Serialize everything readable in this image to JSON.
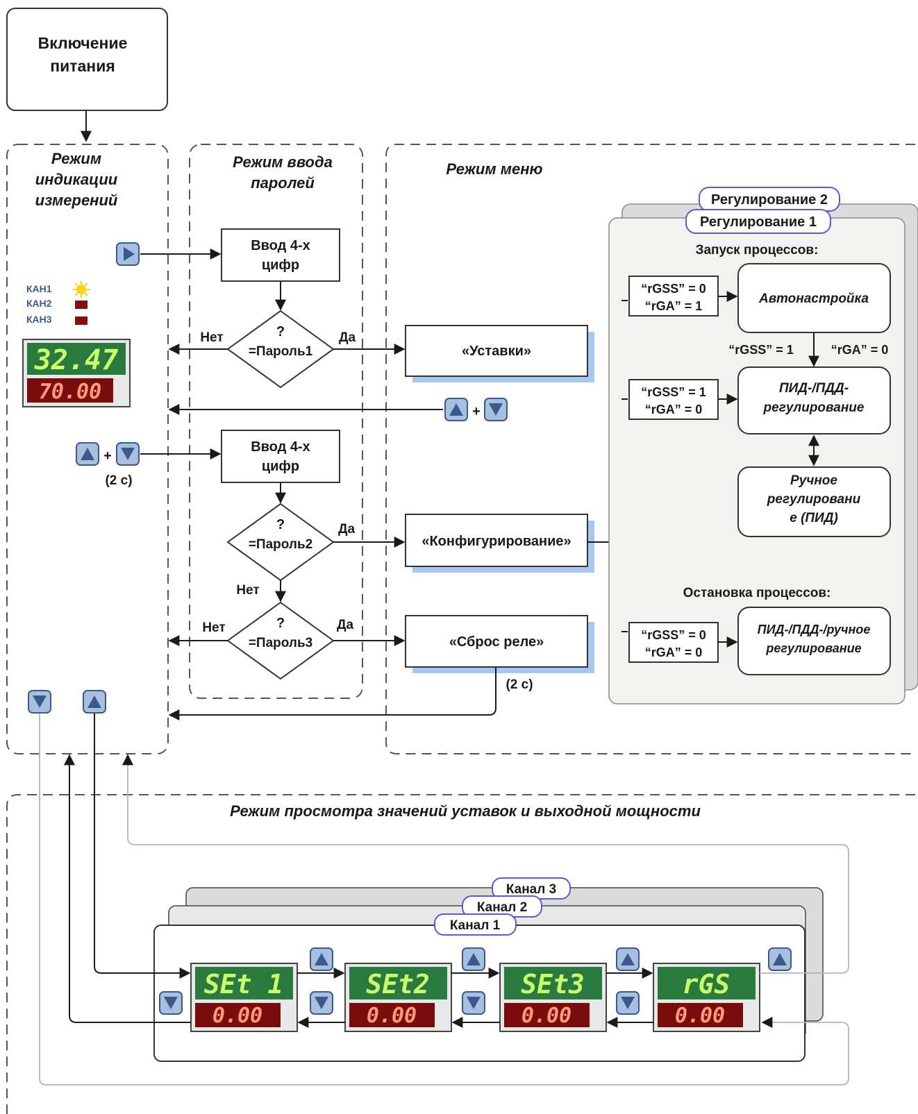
{
  "power_on": {
    "line1": "Включение",
    "line2": "питания"
  },
  "modes": {
    "indication": [
      "Режим",
      "индикации",
      "измерений"
    ],
    "password": [
      "Режим ввода",
      "паролей"
    ],
    "menu": "Режим меню",
    "review": "Режим просмотра значений уставок и выходной мощности"
  },
  "indicator": {
    "channels": [
      "КАН1",
      "КАН2",
      "КАН3"
    ],
    "top_value": "32.47",
    "bottom_value": "70.00"
  },
  "password_flow": {
    "enter_digits": [
      "Ввод 4-х",
      "цифр"
    ],
    "question": "?",
    "pass1": "=Пароль1",
    "pass2": "=Пароль2",
    "pass3": "=Пароль3",
    "yes": "Да",
    "no": "Нет",
    "hold": "(2 с)",
    "plus": "+"
  },
  "menu_boxes": {
    "setpoints": "«Уставки»",
    "config": "«Конфигурирование»",
    "relay_reset": "«Сброс реле»",
    "relay_hold": "(2 с)"
  },
  "regulation": {
    "tab2": "Регулирование 2",
    "tab1": "Регулирование 1",
    "start_title": "Запуск процессов:",
    "stop_title": "Остановка процессов:",
    "cond1": [
      "“rGSS” = 0",
      "“rGA” = 1"
    ],
    "cond2": [
      "“rGSS” = 1",
      "“rGA” = 0"
    ],
    "cond3": [
      "“rGSS” = 0",
      "“rGA” = 0"
    ],
    "transition_left": "“rGSS” = 1",
    "transition_right": "“rGA” = 0",
    "autotune": "Автонастройка",
    "pid": [
      "ПИД-/ПДД-",
      "регулирование"
    ],
    "manual": [
      "Ручное",
      "регулировани",
      "е (ПИД)"
    ],
    "stop_box": [
      "ПИД-/ПДД-/ручное",
      "регулирование"
    ]
  },
  "channels": {
    "tabs": [
      "Канал 3",
      "Канал 2",
      "Канал 1"
    ],
    "displays": [
      {
        "top": "SEt 1",
        "bottom": "0.00"
      },
      {
        "top": "SEt2",
        "bottom": "0.00"
      },
      {
        "top": "SEt3",
        "bottom": "0.00"
      },
      {
        "top": "rGS",
        "bottom": "0.00"
      }
    ]
  },
  "colors": {
    "line": "#1a1a1a",
    "dash": "#555555",
    "button_fill": "#a9bfe0",
    "button_stroke": "#3b5a8c",
    "led_green_bg": "#2a7a40",
    "led_green_text": "#c8ff6a",
    "led_red_bg": "#7a0c0c",
    "led_red_text": "#ff9a7a",
    "shadow_blue": "#a6c8ef",
    "panel_bg": "#f2f2ee",
    "tab_border": "#5a5ad6"
  }
}
